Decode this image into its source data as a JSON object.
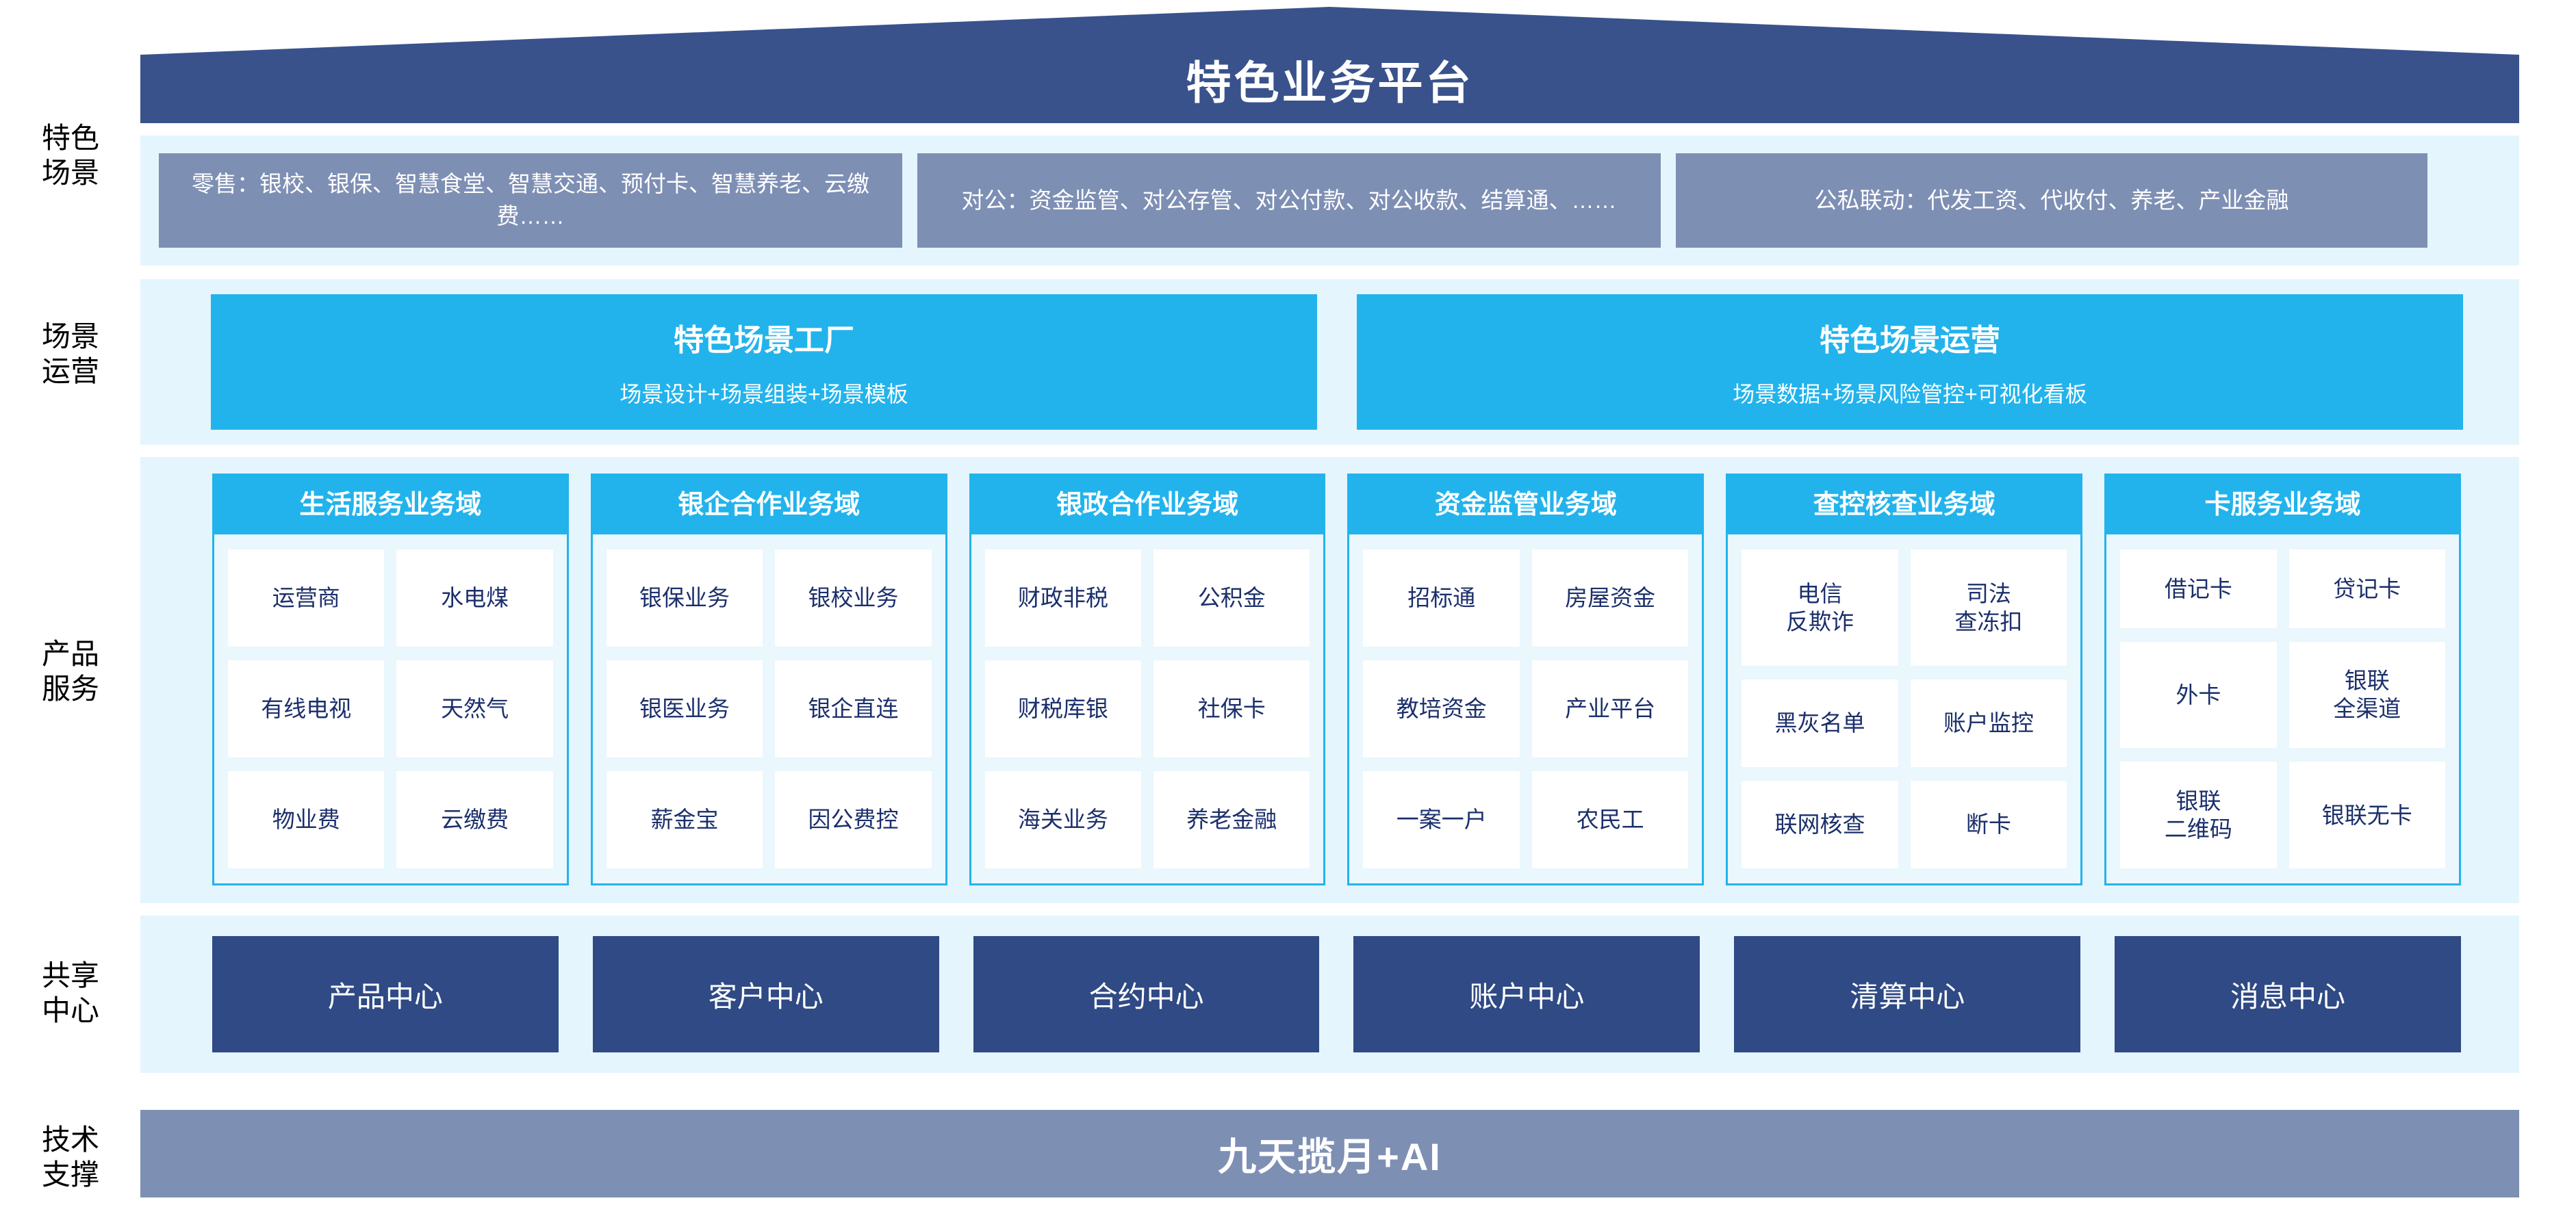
{
  "header": {
    "title": "特色业务平台",
    "roof_color": "#39528c"
  },
  "rows": {
    "scene_label": "特色\n场景",
    "operation_label": "场景\n运营",
    "product_label": "产品\n服务",
    "shared_label": "共享\n中心",
    "tech_label": "技术\n支撑"
  },
  "scenes": [
    {
      "text": "零售：银校、银保、智慧食堂、智慧交通、预付卡、智慧养老、云缴费……"
    },
    {
      "text": "对公：资金监管、对公存管、对公付款、对公收款、结算通、……"
    },
    {
      "text": "公私联动：代发工资、代收付、养老、产业金融"
    }
  ],
  "operation": [
    {
      "title": "特色场景工厂",
      "subtitle": "场景设计+场景组装+场景模板"
    },
    {
      "title": "特色场景运营",
      "subtitle": "场景数据+场景风险管控+可视化看板"
    }
  ],
  "domains": [
    {
      "title": "生活服务业务域",
      "items": [
        "运营商",
        "水电煤",
        "有线电视",
        "天然气",
        "物业费",
        "云缴费"
      ]
    },
    {
      "title": "银企合作业务域",
      "items": [
        "银保业务",
        "银校业务",
        "银医业务",
        "银企直连",
        "薪金宝",
        "因公费控"
      ]
    },
    {
      "title": "银政合作业务域",
      "items": [
        "财政非税",
        "公积金",
        "财税库银",
        "社保卡",
        "海关业务",
        "养老金融"
      ]
    },
    {
      "title": "资金监管业务域",
      "items": [
        "招标通",
        "房屋资金",
        "教培资金",
        "产业平台",
        "一案一户",
        "农民工"
      ]
    },
    {
      "title": "查控核查业务域",
      "items": [
        "电信\n反欺诈",
        "司法\n查冻扣",
        "黑灰名单",
        "账户监控",
        "联网核查",
        "断卡"
      ]
    },
    {
      "title": "卡服务业务域",
      "items": [
        "借记卡",
        "贷记卡",
        "外卡",
        "银联\n全渠道",
        "银联\n二维码",
        "银联无卡"
      ]
    }
  ],
  "shared_centers": [
    "产品中心",
    "客户中心",
    "合约中心",
    "账户中心",
    "清算中心",
    "消息中心"
  ],
  "tech": {
    "label": "九天揽月+AI"
  },
  "colors": {
    "navy": "#2f4a84",
    "roof_navy": "#39528c",
    "slate": "#7e8fb4",
    "cyan": "#22b3ec",
    "band": "#e4f5fd",
    "cell_text": "#1b2f6b"
  }
}
